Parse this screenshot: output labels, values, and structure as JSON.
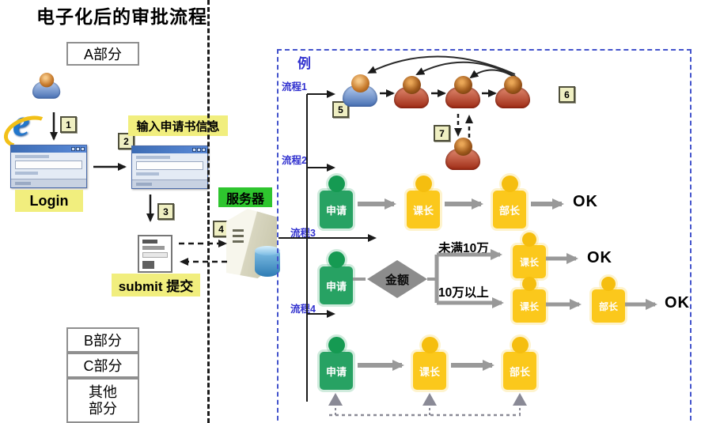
{
  "title": "电子化后的审批流程",
  "sections": {
    "a": "A部分",
    "b": "B部分",
    "c": "C部分",
    "other": "其他部分"
  },
  "steps": {
    "s1": "1",
    "s2": "2",
    "s3": "3",
    "s4": "4",
    "s5": "5",
    "s6": "6",
    "s7": "7"
  },
  "labels": {
    "login": "Login",
    "input_info": "输入申请书信息",
    "submit": "submit 提交",
    "server": "服务器"
  },
  "example": {
    "title": "例",
    "flows": [
      "流程1",
      "流程2",
      "流程3",
      "流程4"
    ],
    "roles": {
      "apply": "申请",
      "section_chief": "课长",
      "dept_chief": "部长"
    },
    "decision": "金额",
    "branch_low": "未满10万",
    "branch_high": "10万以上",
    "ok": "OK"
  },
  "colors": {
    "highlight_yellow": "#F1EE7E",
    "server_green": "#2EC52E",
    "blue_text": "#3232CF",
    "person_green": "#27A263",
    "person_yellow": "#FBC81C",
    "arrow_gray": "#999999",
    "example_border_blue": "#4353cc"
  }
}
